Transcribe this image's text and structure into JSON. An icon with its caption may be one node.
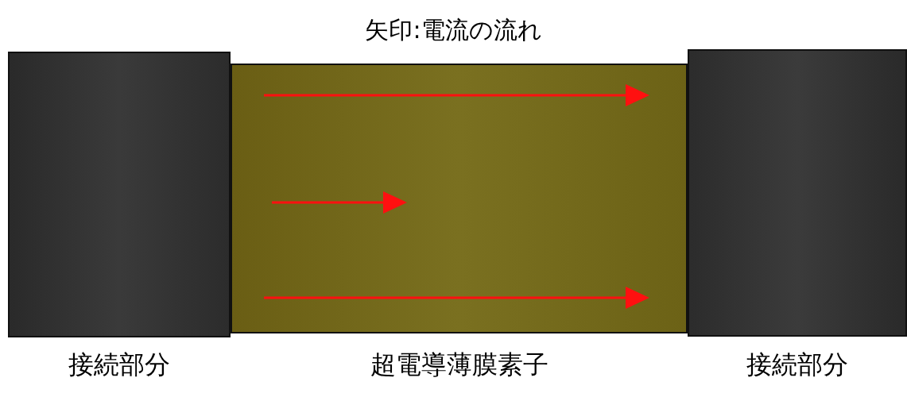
{
  "diagram": {
    "title": "矢印:電流の流れ",
    "nodes": [
      {
        "text": [
          "接続部分"
        ]
      },
      {
        "text": [
          "超電導薄膜素子"
        ]
      },
      {
        "text": [
          "接続部分"
        ]
      }
    ]
  }
}
